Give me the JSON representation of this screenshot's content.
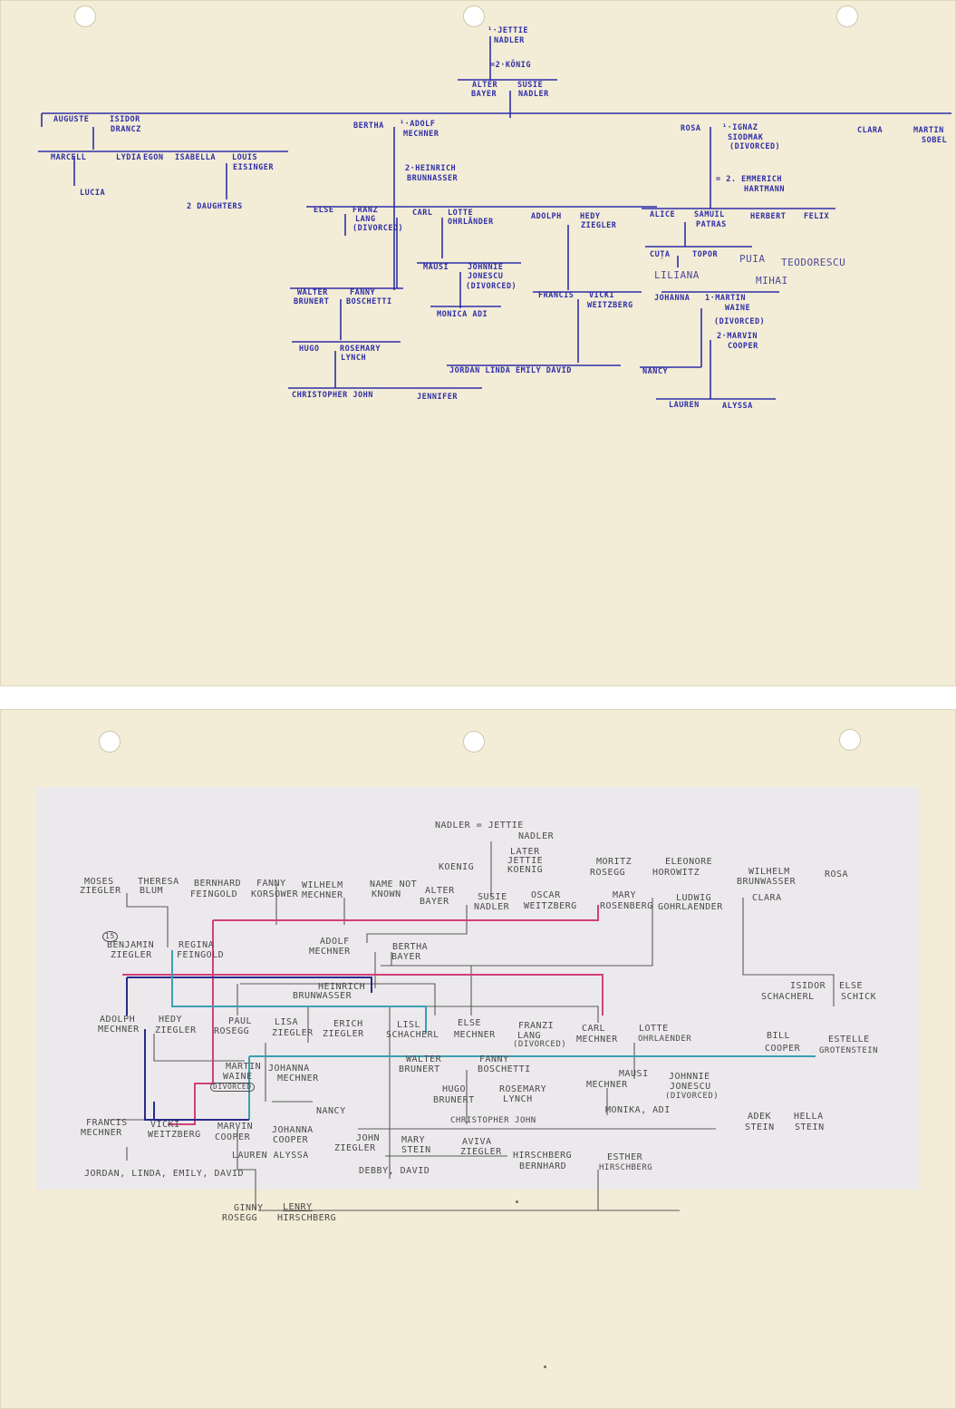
{
  "colors": {
    "paper": "#f3ecd6",
    "ink_blue": "#2f2fa8",
    "pencil": "#4a4a4a",
    "sheet": "#ece9ec",
    "pink": "#d0407a",
    "cyan": "#3a9fb5",
    "navy": "#2a2a8a"
  },
  "top_chart": {
    "jettie": "¹·JETTIE",
    "jettie_nadler": "NADLER",
    "konig": "=2·KÖNIG",
    "alter": "ALTER",
    "bayer": "BAYER",
    "susie": "SUSIE",
    "susie_nadler": "NADLER",
    "auguste": "AUGUSTE",
    "isidor": "ISIDOR",
    "drancz": "DRANCZ",
    "marcell": "MARCELL",
    "lydia": "LYDIA",
    "egon": "EGON",
    "isabella": "ISABELLA",
    "louis": "LOUIS",
    "eisinger": "EISINGER",
    "lucia": "LUCIA",
    "two_daughters": "2 DAUGHTERS",
    "bertha": "BERTHA",
    "adolf": "¹·ADOLF",
    "mechner": "MECHNER",
    "heinrich": "2·HEINRICH",
    "brunnasser": "BRUNNASSER",
    "rosa": "ROSA",
    "ignaz": "¹·IGNAZ",
    "siodmak": "SIODMAK",
    "divorced": "(DIVORCED)",
    "emmerich": "= 2. EMMERICH",
    "hartmann": "HARTMANN",
    "clara": "CLARA",
    "martin": "MARTIN",
    "sobel": "SOBEL",
    "else": "ELSE",
    "franz": "FRANZ",
    "lang": "LANG",
    "divorced2": "(DIVORCED)",
    "carl": "CARL",
    "lotte": "LOTTE",
    "ohrlander": "OHRLÄNDER",
    "adolph": "ADOLPH",
    "hedy": "HEDY",
    "ziegler": "ZIEGLER",
    "alice": "ALICE",
    "samuil": "SAMUIL",
    "patras": "PATRAS",
    "herbert": "HERBERT",
    "felix": "FELIX",
    "cuta": "CUȚA",
    "topor": "TOPOR",
    "liliana": "LILIANA",
    "puia": "PUIA",
    "teodorescu": "TEODORESCU",
    "mihai": "MIHAI",
    "mausi": "MAUSI",
    "johnnie": "JOHNNIE",
    "jonescu": "JONESCU",
    "divorced3": "(DIVORCED)",
    "monica_adi": "MONICA ADI",
    "walter": "WALTER",
    "fanny": "FANNY",
    "brunert": "BRUNERT",
    "boschetti": "BOSCHETTI",
    "francis": "FRANCIS",
    "vicki": "VICKI",
    "weitzberg": "WEITZBERG",
    "johanna": "JOHANNA",
    "martin2": "1·MARTIN",
    "waine": "WAINE",
    "divorced4": "(DIVORCED)",
    "marvin": "2·MARVIN",
    "cooper": "COOPER",
    "hugo": "HUGO",
    "rosemary": "ROSEMARY",
    "lynch": "LYNCH",
    "jordan_row": "JORDAN LINDA EMILY DAVID",
    "nancy": "NANCY",
    "christopher_john": "CHRISTOPHER JOHN",
    "jennifer": "JENNIFER",
    "lauren": "LAUREN",
    "alyssa": "ALYSSA"
  },
  "bottom_chart": {
    "nadler_jettie": "NADLER = JETTIE",
    "nadler2": "NADLER",
    "later": "LATER",
    "later_jettie": "JETTIE",
    "later_koenig": "KOENIG",
    "koenig": "KOENIG",
    "moses": "MOSES",
    "theresa": "THERESA",
    "ziegler1": "ZIEGLER",
    "blum": "BLUM",
    "bernhard": "BERNHARD",
    "fanny1": "FANNY",
    "feingold": "FEINGOLD",
    "korsower": "KORSOWER",
    "wilhelm": "WILHELM",
    "mechner1": "MECHNER",
    "name_not": "NAME NOT",
    "known": "KNOWN",
    "alter": "ALTER",
    "bayer1": "BAYER",
    "susie": "SUSIE",
    "nadler3": "NADLER",
    "oscar": "OSCAR",
    "weitzberg1": "WEITZBERG",
    "mary": "MARY",
    "rosenberg": "ROSENBERG",
    "moritz": "MORITZ",
    "rosegg1": "ROSEGG",
    "eleonore": "ELEONORE",
    "horowitz": "HOROWITZ",
    "ludwig": "LUDWIG",
    "gohrlaender": "GOHRLAENDER",
    "clara": "CLARA",
    "wilhelm2": "WILHELM",
    "brunwasser1": "BRUNWASSER",
    "rosa": "ROSA",
    "circled_15": "15",
    "benjamin": "BENJAMIN",
    "ziegler2": "ZIEGLER",
    "regina": "REGINA",
    "feingold2": "FEINGOLD",
    "adolf": "ADOLF",
    "mechner2": "MECHNER",
    "bertha": "BERTHA",
    "bayer2": "BAYER",
    "heinrich": "HEINRICH",
    "brunwasser2": "BRUNWASSER",
    "isidor": "ISIDOR",
    "schacherl1": "SCHACHERL",
    "else1": "ELSE",
    "schick": "SCHICK",
    "adolph": "ADOLPH",
    "mechner3": "MECHNER",
    "hedy": "HEDY",
    "ziegler3": "ZIEGLER",
    "paul": "PAUL",
    "rosegg2": "ROSEGG",
    "lisa": "LISA",
    "ziegler4": "ZIEGLER",
    "erich": "ERICH",
    "ziegler5": "ZIEGLER",
    "lisl": "LISL",
    "schacherl2": "SCHACHERL",
    "else2": "ELSE",
    "mechner4": "MECHNER",
    "franzi": "FRANZI",
    "lang": "LANG",
    "divorced1": "(DIVORCED)",
    "carl": "CARL",
    "mechner5": "MECHNER",
    "lotte": "LOTTE",
    "ohrlaender": "OHRLAENDER",
    "bill": "BILL",
    "cooper1": "COOPER",
    "estelle": "ESTELLE",
    "grotenstein": "GROTENSTEIN",
    "walter": "WALTER",
    "brunert1": "BRUNERT",
    "fanny2": "FANNY",
    "boschetti": "BOSCHETTI",
    "martin": "MARTIN",
    "waine": "WAINE",
    "divorced2": "DIVORCED",
    "johanna1": "JOHANNA",
    "mechner6": "MECHNER",
    "hugo": "HUGO",
    "brunert2": "BRUNERT",
    "rosemary": "ROSEMARY",
    "lynch": "LYNCH",
    "mausi": "MAUSI",
    "mechner7": "MECHNER",
    "johnnie": "JOHNNIE",
    "jonescu": "JONESCU",
    "divorced3": "(DIVORCED)",
    "monika_adi": "MONIKA, ADI",
    "nancy": "NANCY",
    "christopher_john": "CHRISTOPHER JOHN",
    "adek": "ADEK",
    "stein1": "STEIN",
    "hella": "HELLA",
    "stein2": "STEIN",
    "francis": "FRANCIS",
    "mechner8": "MECHNER",
    "vicki": "VICKI",
    "weitzberg2": "WEITZBERG",
    "marvin": "MARVIN",
    "cooper2": "COOPER",
    "johanna2": "JOHANNA",
    "cooper3": "COOPER",
    "john": "JOHN",
    "ziegler6": "ZIEGLER",
    "mary2": "MARY",
    "stein3": "STEIN",
    "aviva": "AVIVA",
    "ziegler7": "ZIEGLER",
    "hirschberg1": "HIRSCHBERG",
    "bernhard2": "BERNHARD",
    "esther": "ESTHER",
    "hirschberg2": "HIRSCHBERG",
    "lauren_alyssa": "LAUREN ALYSSA",
    "debby_david": "DEBBY, DAVID",
    "jordan_row": "JORDAN, LINDA, EMILY, DAVID",
    "ginny": "GINNY",
    "rosegg3": "ROSEGG",
    "lenry": "LENRY",
    "hirschberg3": "HIRSCHBERG"
  }
}
